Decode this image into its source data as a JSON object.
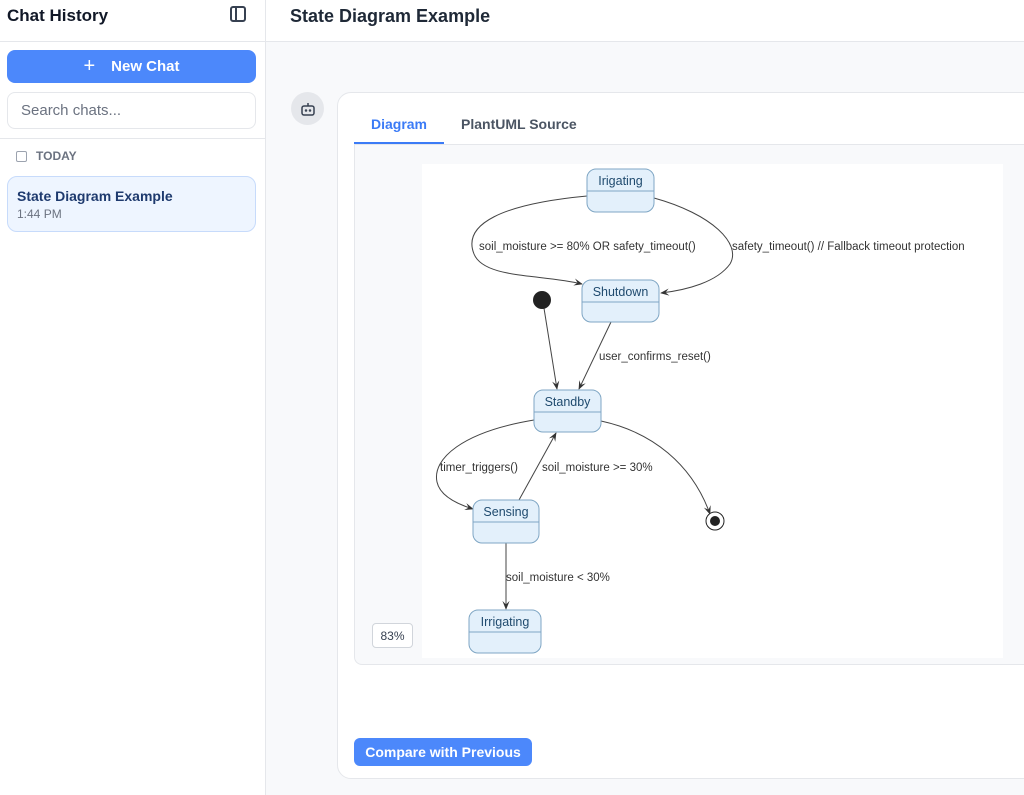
{
  "sidebar": {
    "title": "Chat History",
    "new_chat": "New Chat",
    "search_placeholder": "Search chats...",
    "group": "TODAY",
    "chats": [
      {
        "title": "State Diagram Example",
        "time": "1:44 PM"
      }
    ]
  },
  "header": {
    "title": "State Diagram Example"
  },
  "tabs": [
    {
      "label": "Diagram",
      "active": true
    },
    {
      "label": "PlantUML Source",
      "active": false
    }
  ],
  "diagram": {
    "states": [
      "Irigating",
      "Shutdown",
      "Standby",
      "Sensing",
      "Irrigating"
    ],
    "transitions": [
      {
        "from": "Irigating",
        "to": "Shutdown",
        "label": "soil_moisture >= 80% OR safety_timeout()"
      },
      {
        "from": "Irigating",
        "to": "Shutdown",
        "label": "safety_timeout() // Fallback timeout protection"
      },
      {
        "from": "[*]",
        "to": "Standby",
        "label": ""
      },
      {
        "from": "Shutdown",
        "to": "Standby",
        "label": "user_confirms_reset()"
      },
      {
        "from": "Standby",
        "to": "Sensing",
        "label": "timer_triggers()"
      },
      {
        "from": "Sensing",
        "to": "Standby",
        "label": "soil_moisture >= 30%"
      },
      {
        "from": "Standby",
        "to": "[*]",
        "label": ""
      },
      {
        "from": "Sensing",
        "to": "Irrigating",
        "label": "soil_moisture < 30%"
      }
    ],
    "zoom": "83%"
  },
  "compare_label": "Compare with Previous",
  "colors": {
    "accent": "#4c88fb",
    "state_fill": "#e3f0fb",
    "state_border": "#7fa6c4"
  }
}
